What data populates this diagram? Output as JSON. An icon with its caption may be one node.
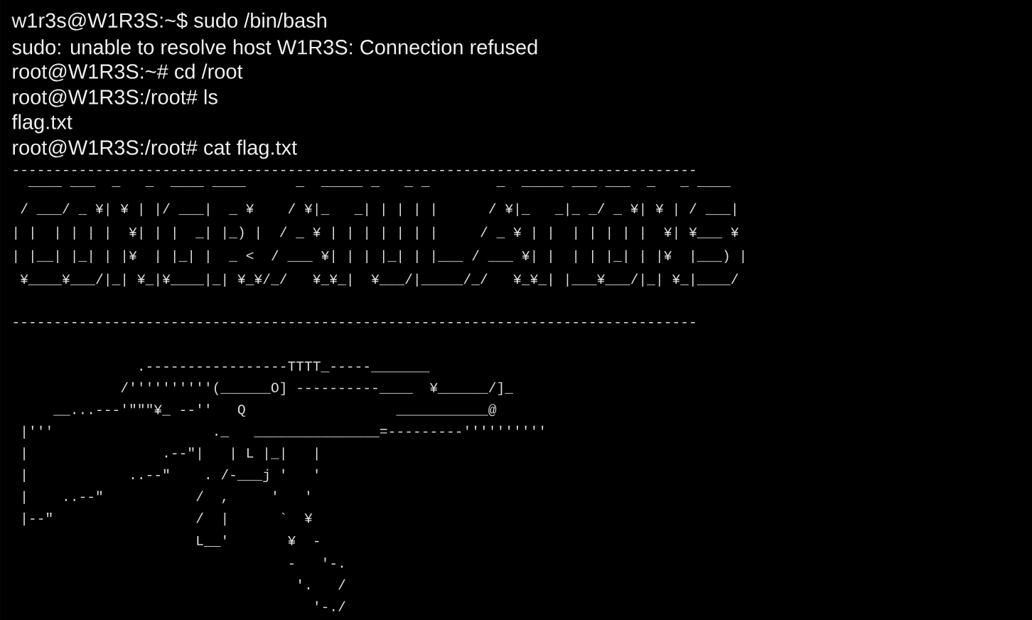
{
  "diagram": {
    "labels": [
      "w1r3s@W1R3S:~$ sudo /bin/bash",
      "sudo: unable to resolve host W1R3S: Connection refused",
      "root@W1R3S:~# cd /root",
      "root@W1R3S:/root# ls",
      "flag.txt",
      "root@W1R3S:/root# cat flag.txt",
      "----------------------------------------------------------------------------------",
      "  ____ ___  _   _  ____ ____      _  _____ _   _ _        _  _____ ___ ___  _   _ ____",
      " / ___/ _ ¥| ¥ | |/ ___|  _ ¥    / ¥|_   _| | | | |      / ¥|_   _|_ _/ _ ¥| ¥ | / ___|",
      "| |  | | | |  ¥| | |  _| |_) |  / _ ¥ | | | | | | |     / _ ¥ | |  | | | | |  ¥| ¥___ ¥",
      "| |__| |_| | |¥  | |_| |  _ <  / ___ ¥| | | |_| | |___ / ___ ¥| |  | | |_| | |¥  |___) |",
      " ¥____¥___/|_| ¥_|¥____|_| ¥_¥/_/   ¥_¥_|  ¥___/|_____/_/   ¥_¥_| |___¥___/|_| ¥_|____/",
      "----------------------------------------------------------------------------------",
      "               .-----------------TTTT_-----_______",
      "             /''''''''''(______O] ----------____  ¥______/]_",
      "     __...---'\"\"\"¥_ --''   Q                  ___________@",
      " |'''                   ._   _______________=---------''''''''''",
      " |                .--\"|   | L |_|   |",
      " |            ..--\"    . /-___j '   '",
      " |    ..--\"           /  ,     '   '",
      " |--\"                 /  |      `  ¥",
      "                      L__'       ¥  -",
      "                                 -   '-.",
      "                                  '.   /",
      "                                    '-./"
    ]
  }
}
